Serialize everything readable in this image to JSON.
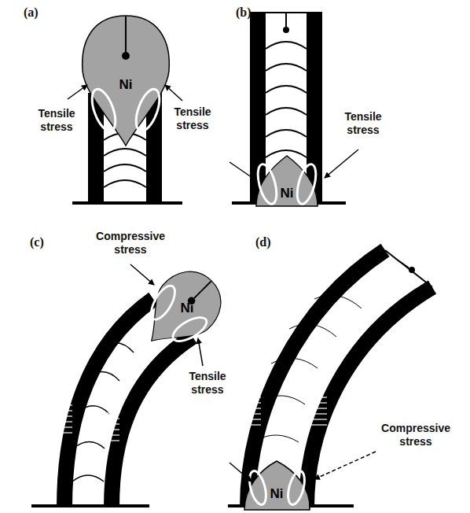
{
  "diagram": {
    "nodes": [
      {
        "text": [
          "Ni"
        ]
      },
      {
        "text": [
          "Ni"
        ]
      },
      {
        "text": [
          "Ni"
        ]
      },
      {
        "text": [
          "Ni"
        ]
      }
    ],
    "labels": [
      "(a)",
      "(b)",
      "(c)",
      "(d)",
      "Tensile stress",
      "Tensile stress",
      "Tensile stress",
      "Compressive stress",
      "Tensile stress",
      "Compressive stress"
    ]
  }
}
